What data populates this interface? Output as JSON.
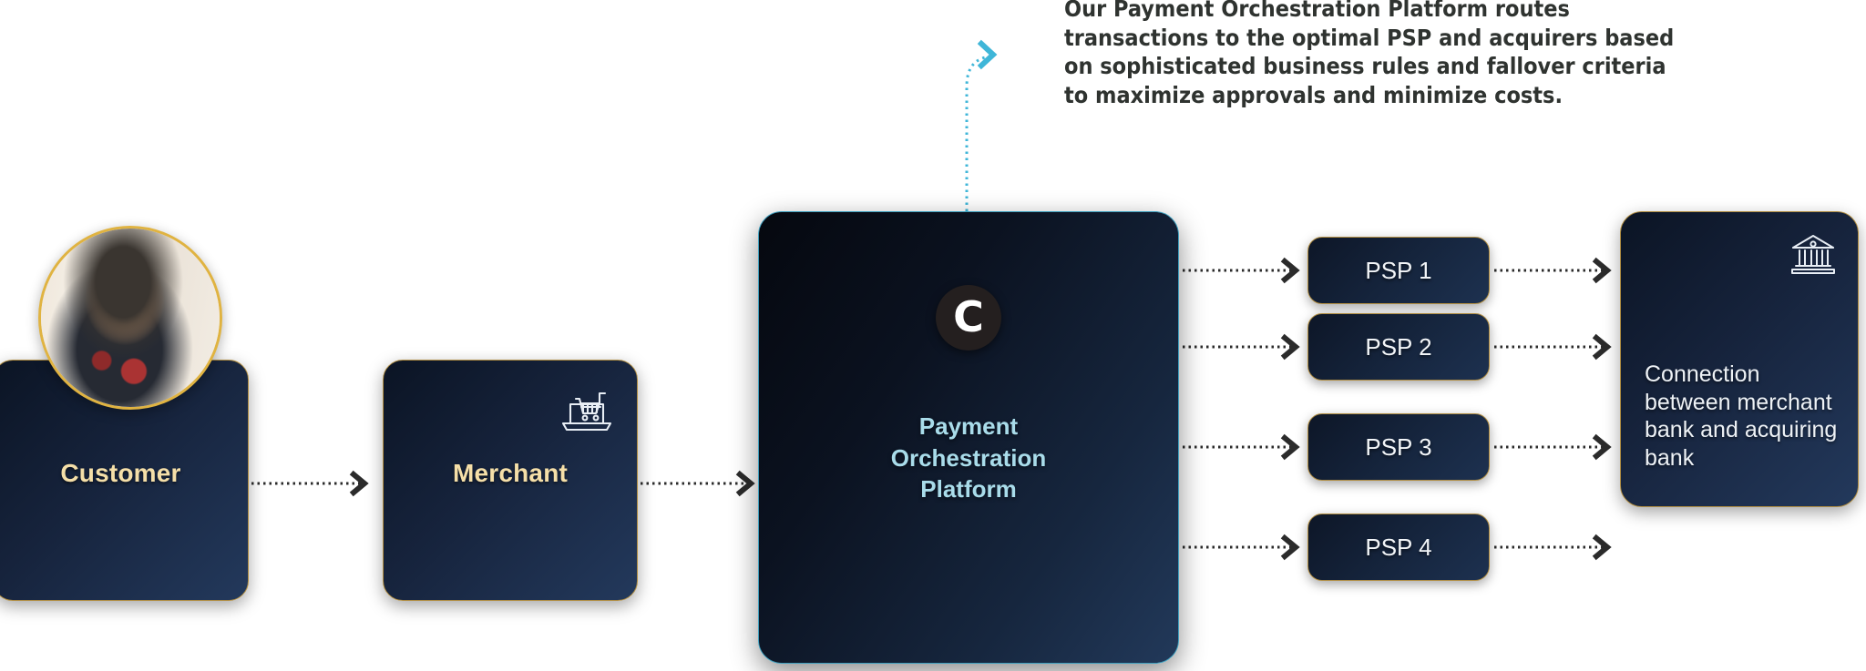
{
  "annotation": {
    "text": "Our Payment Orchestration Platform routes transactions to the optimal PSP and acquirers based on sophisticated business rules and fallover criteria to maximize approvals and minimize costs."
  },
  "customer": {
    "label": "Customer",
    "photo_alt": "smiling-woman-eating"
  },
  "merchant": {
    "label": "Merchant",
    "icon": "laptop-shopping-cart-icon"
  },
  "platform": {
    "logo_letter": "C",
    "title_line1": "Payment",
    "title_line2": "Orchestration",
    "title_line3": "Platform"
  },
  "psps": [
    {
      "label": "PSP 1"
    },
    {
      "label": "PSP 2"
    },
    {
      "label": "PSP 3"
    },
    {
      "label": "PSP 4"
    }
  ],
  "bank": {
    "icon": "bank-building-icon",
    "text": "Connection between merchant bank and acquiring bank"
  },
  "colors": {
    "gold_border": "#b08d42",
    "gold_text": "#f5dfa8",
    "platform_border": "#3f9fbe",
    "platform_title": "#a9dcea",
    "arrow": "#2b2b2b",
    "cyan_arrow": "#3fb6d8",
    "card_dark": "#0b1424",
    "card_light": "#23395c"
  }
}
